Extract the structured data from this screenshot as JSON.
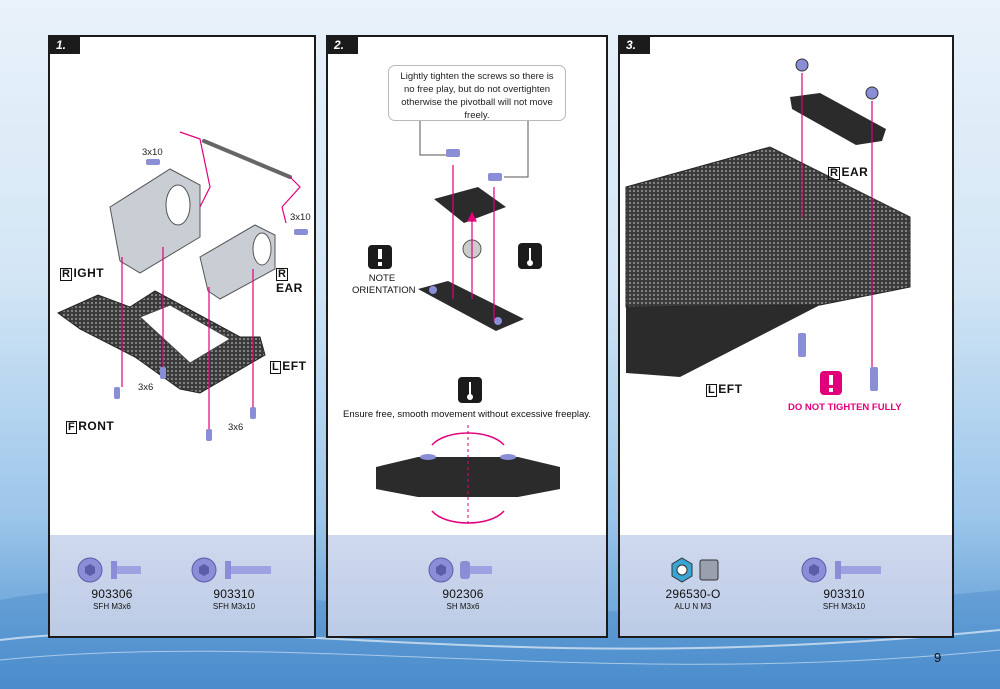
{
  "page_number": "9",
  "colors": {
    "accent": "#e2007a",
    "panel_border": "#1b1b1b",
    "parts_bar": "#c6d3eb",
    "hardware": "#8a8ed6"
  },
  "step1": {
    "badge": "1.",
    "labels": {
      "screw_3x10_a": "3x10",
      "screw_3x10_b": "3x10",
      "screw_3x6_a": "3x6",
      "screw_3x6_b": "3x6"
    },
    "directions": {
      "right": {
        "cap": "R",
        "rest": "IGHT"
      },
      "rear": {
        "cap": "R",
        "rest": "EAR"
      },
      "left": {
        "cap": "L",
        "rest": "EFT"
      },
      "front": {
        "cap": "F",
        "rest": "RONT"
      }
    },
    "parts": [
      {
        "code": "903306",
        "desc": "SFH M3x6"
      },
      {
        "code": "903310",
        "desc": "SFH M3x10"
      }
    ]
  },
  "step2": {
    "badge": "2.",
    "callout": "Lightly tighten the screws so there is no free play, but do not overtighten otherwise the pivotball will not move freely.",
    "note_line1": "NOTE",
    "note_line2": "ORIENTATION",
    "ensure": "Ensure free, smooth movement without excessive freeplay.",
    "parts": [
      {
        "code": "902306",
        "desc": "SH M3x6"
      }
    ]
  },
  "step3": {
    "badge": "3.",
    "directions": {
      "rear": {
        "cap": "R",
        "rest": "EAR"
      },
      "left": {
        "cap": "L",
        "rest": "EFT"
      }
    },
    "warning": "DO NOT TIGHTEN FULLY",
    "parts": [
      {
        "code": "296530-O",
        "desc": "ALU N M3"
      },
      {
        "code": "903310",
        "desc": "SFH M3x10"
      }
    ]
  }
}
